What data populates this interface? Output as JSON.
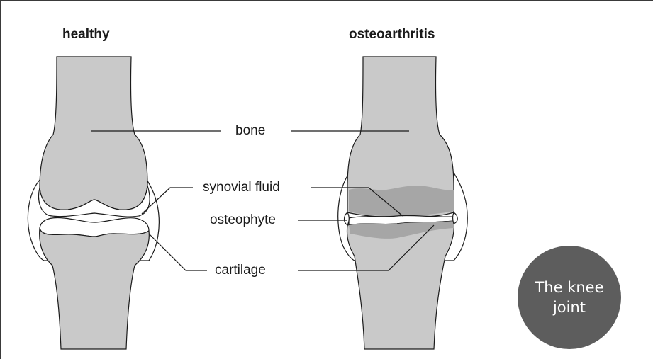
{
  "headings": {
    "healthy": "healthy",
    "osteoarthritis": "osteoarthritis"
  },
  "labels": {
    "bone": "bone",
    "synovial_fluid": "synovial fluid",
    "osteophyte": "osteophyte",
    "cartilage": "cartilage"
  },
  "badge": {
    "line1": "The knee",
    "line2": "joint"
  },
  "colors": {
    "bone_fill": "#c9c9c9",
    "damaged_cartilage": "#a6a6a6",
    "outline": "#1a1a1a",
    "badge": "#5d5d5d"
  }
}
